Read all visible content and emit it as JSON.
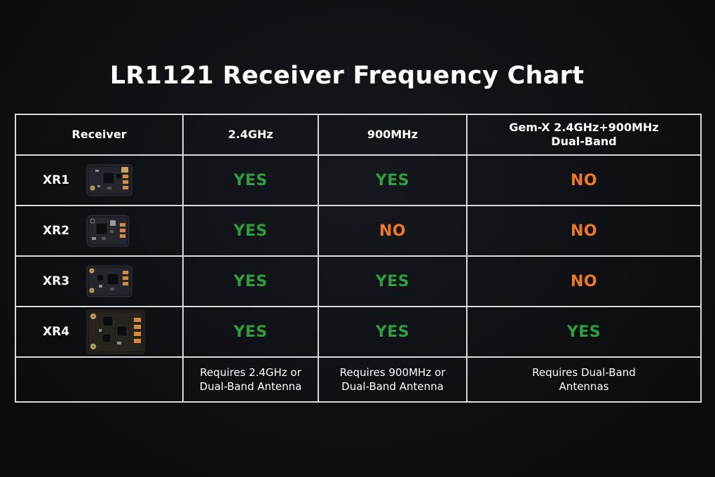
{
  "title": "LR1121 Receiver Frequency Chart",
  "colors": {
    "yes": "#2e9f3e",
    "no": "#f07823",
    "background": "#0d0f13",
    "grid": "#d9dadc"
  },
  "table": {
    "headers": {
      "receiver": "Receiver",
      "band_24": "2.4GHz",
      "band_900": "900MHz",
      "dual_line1": "Gem-X 2.4GHz+900MHz",
      "dual_line2": "Dual-Band"
    },
    "rows": [
      {
        "name": "XR1",
        "image": "xr1-board-image",
        "band_24": "YES",
        "band_900": "YES",
        "dual": "NO"
      },
      {
        "name": "XR2",
        "image": "xr2-board-image",
        "band_24": "YES",
        "band_900": "NO",
        "dual": "NO"
      },
      {
        "name": "XR3",
        "image": "xr3-board-image",
        "band_24": "YES",
        "band_900": "YES",
        "dual": "NO"
      },
      {
        "name": "XR4",
        "image": "xr4-board-image",
        "band_24": "YES",
        "band_900": "YES",
        "dual": "YES"
      }
    ],
    "notes": {
      "band_24_line1": "Requires 2.4GHz or",
      "band_24_line2": "Dual-Band Antenna",
      "band_900_line1": "Requires 900MHz or",
      "band_900_line2": "Dual-Band Antenna",
      "dual_line1": "Requires Dual-Band",
      "dual_line2": "Antennas"
    }
  }
}
